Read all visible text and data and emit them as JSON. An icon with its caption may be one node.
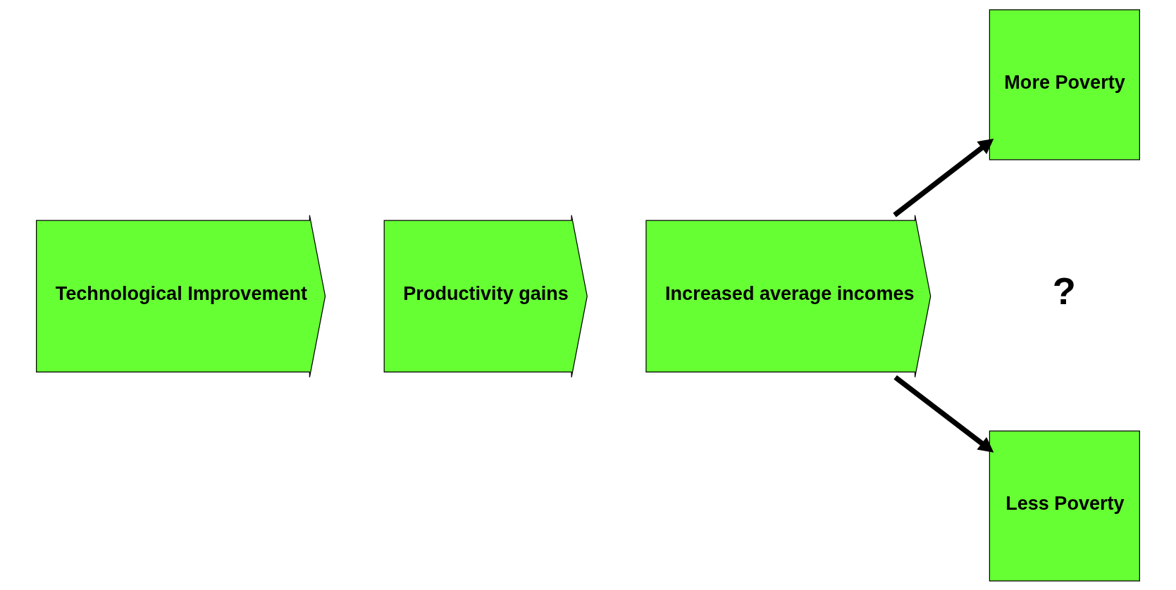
{
  "diagram": {
    "nodes": [
      {
        "text": [
          "Technological Improvement"
        ]
      },
      {
        "text": [
          "Productivity gains"
        ]
      },
      {
        "text": [
          "Increased average incomes"
        ]
      },
      {
        "text": [
          "More Poverty"
        ]
      },
      {
        "text": [
          "Less Poverty"
        ]
      }
    ],
    "edges": [
      {
        "from": 2,
        "to": 3,
        "arrow": "to"
      },
      {
        "from": 2,
        "to": 4,
        "arrow": "to"
      }
    ],
    "labels": [
      "?"
    ]
  }
}
